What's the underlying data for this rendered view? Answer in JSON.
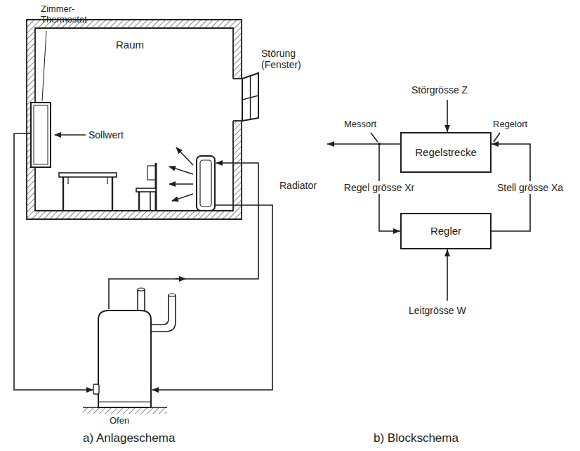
{
  "diagram": {
    "nodes": [
      {
        "text": [
          "Regelstrecke"
        ]
      },
      {
        "text": [
          "Regler"
        ]
      }
    ],
    "edges": [
      {
        "from": 0,
        "to": 1,
        "label": "Regel grösse Xr",
        "arrow": "to"
      },
      {
        "from": 1,
        "to": 0,
        "label": "Stell grösse Xa",
        "arrow": "to"
      }
    ],
    "labels": [
      "Zimmer- Thermostat",
      "Raum",
      "Sollwert",
      "Störung (Fenster)",
      "Radiator",
      "Ofen",
      "a) Anlageschema",
      "Störgrösse Z",
      "Messort",
      "Regelort",
      "Leitgrösse W",
      "b) Blockschema"
    ]
  }
}
